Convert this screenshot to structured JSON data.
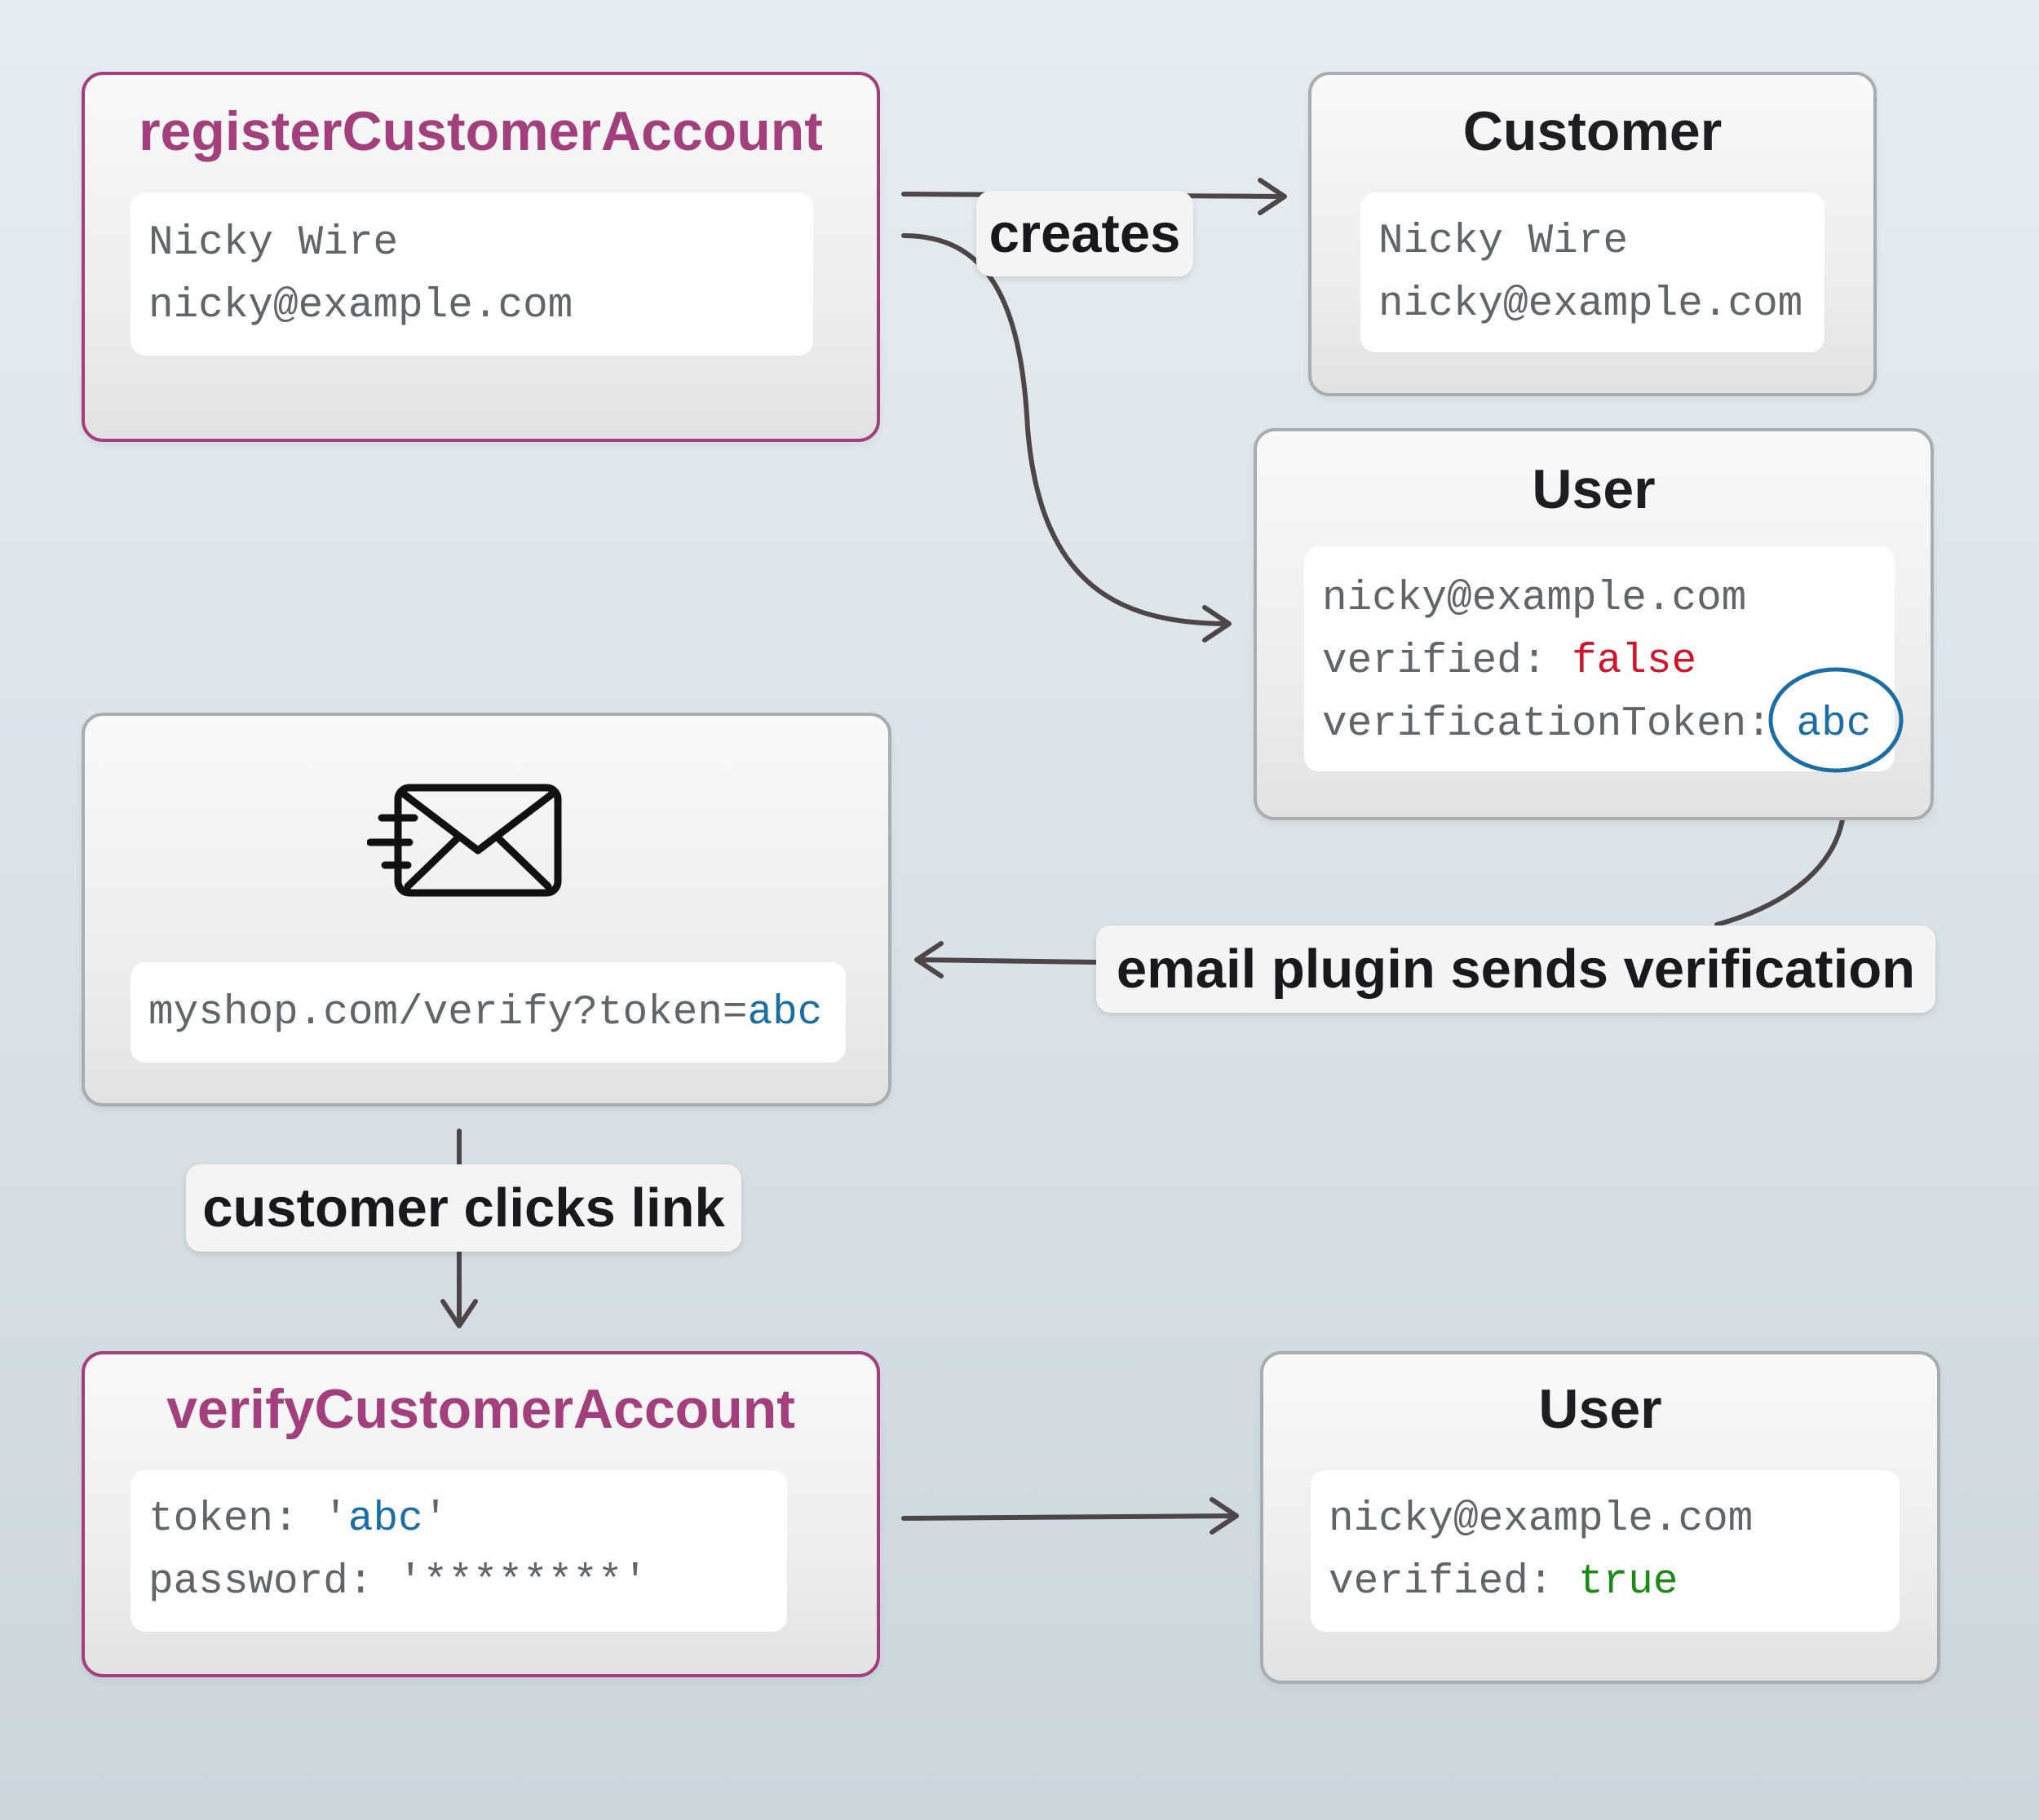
{
  "register": {
    "title": "registerCustomerAccount",
    "lines": [
      "Nicky Wire",
      "nicky@example.com"
    ]
  },
  "customer": {
    "title": "Customer",
    "lines": [
      "Nicky Wire",
      "nicky@example.com"
    ]
  },
  "user_before": {
    "title": "User",
    "email": "nicky@example.com",
    "verified_key": "verified: ",
    "verified_value": "false",
    "token_key": "verificationToken: ",
    "token_value": "abc"
  },
  "email": {
    "icon": "envelope-send-icon",
    "link_prefix": "myshop.com/verify?token=",
    "link_token": "abc"
  },
  "verify": {
    "title": "verifyCustomerAccount",
    "token_key": "token: ",
    "token_quote_open": "'",
    "token_value": "abc",
    "token_quote_close": "'",
    "password_line": "password: '********'"
  },
  "user_after": {
    "title": "User",
    "email": "nicky@example.com",
    "verified_key": "verified: ",
    "verified_value": "true"
  },
  "labels": {
    "creates": "creates",
    "email_sends": "email plugin sends verification",
    "customer_clicks": "customer clicks link"
  },
  "colors": {
    "operation": "#a23f7c",
    "false": "#d0142a",
    "true": "#1b8a16",
    "token": "#1a6ea3",
    "arrow": "#4d4548"
  }
}
